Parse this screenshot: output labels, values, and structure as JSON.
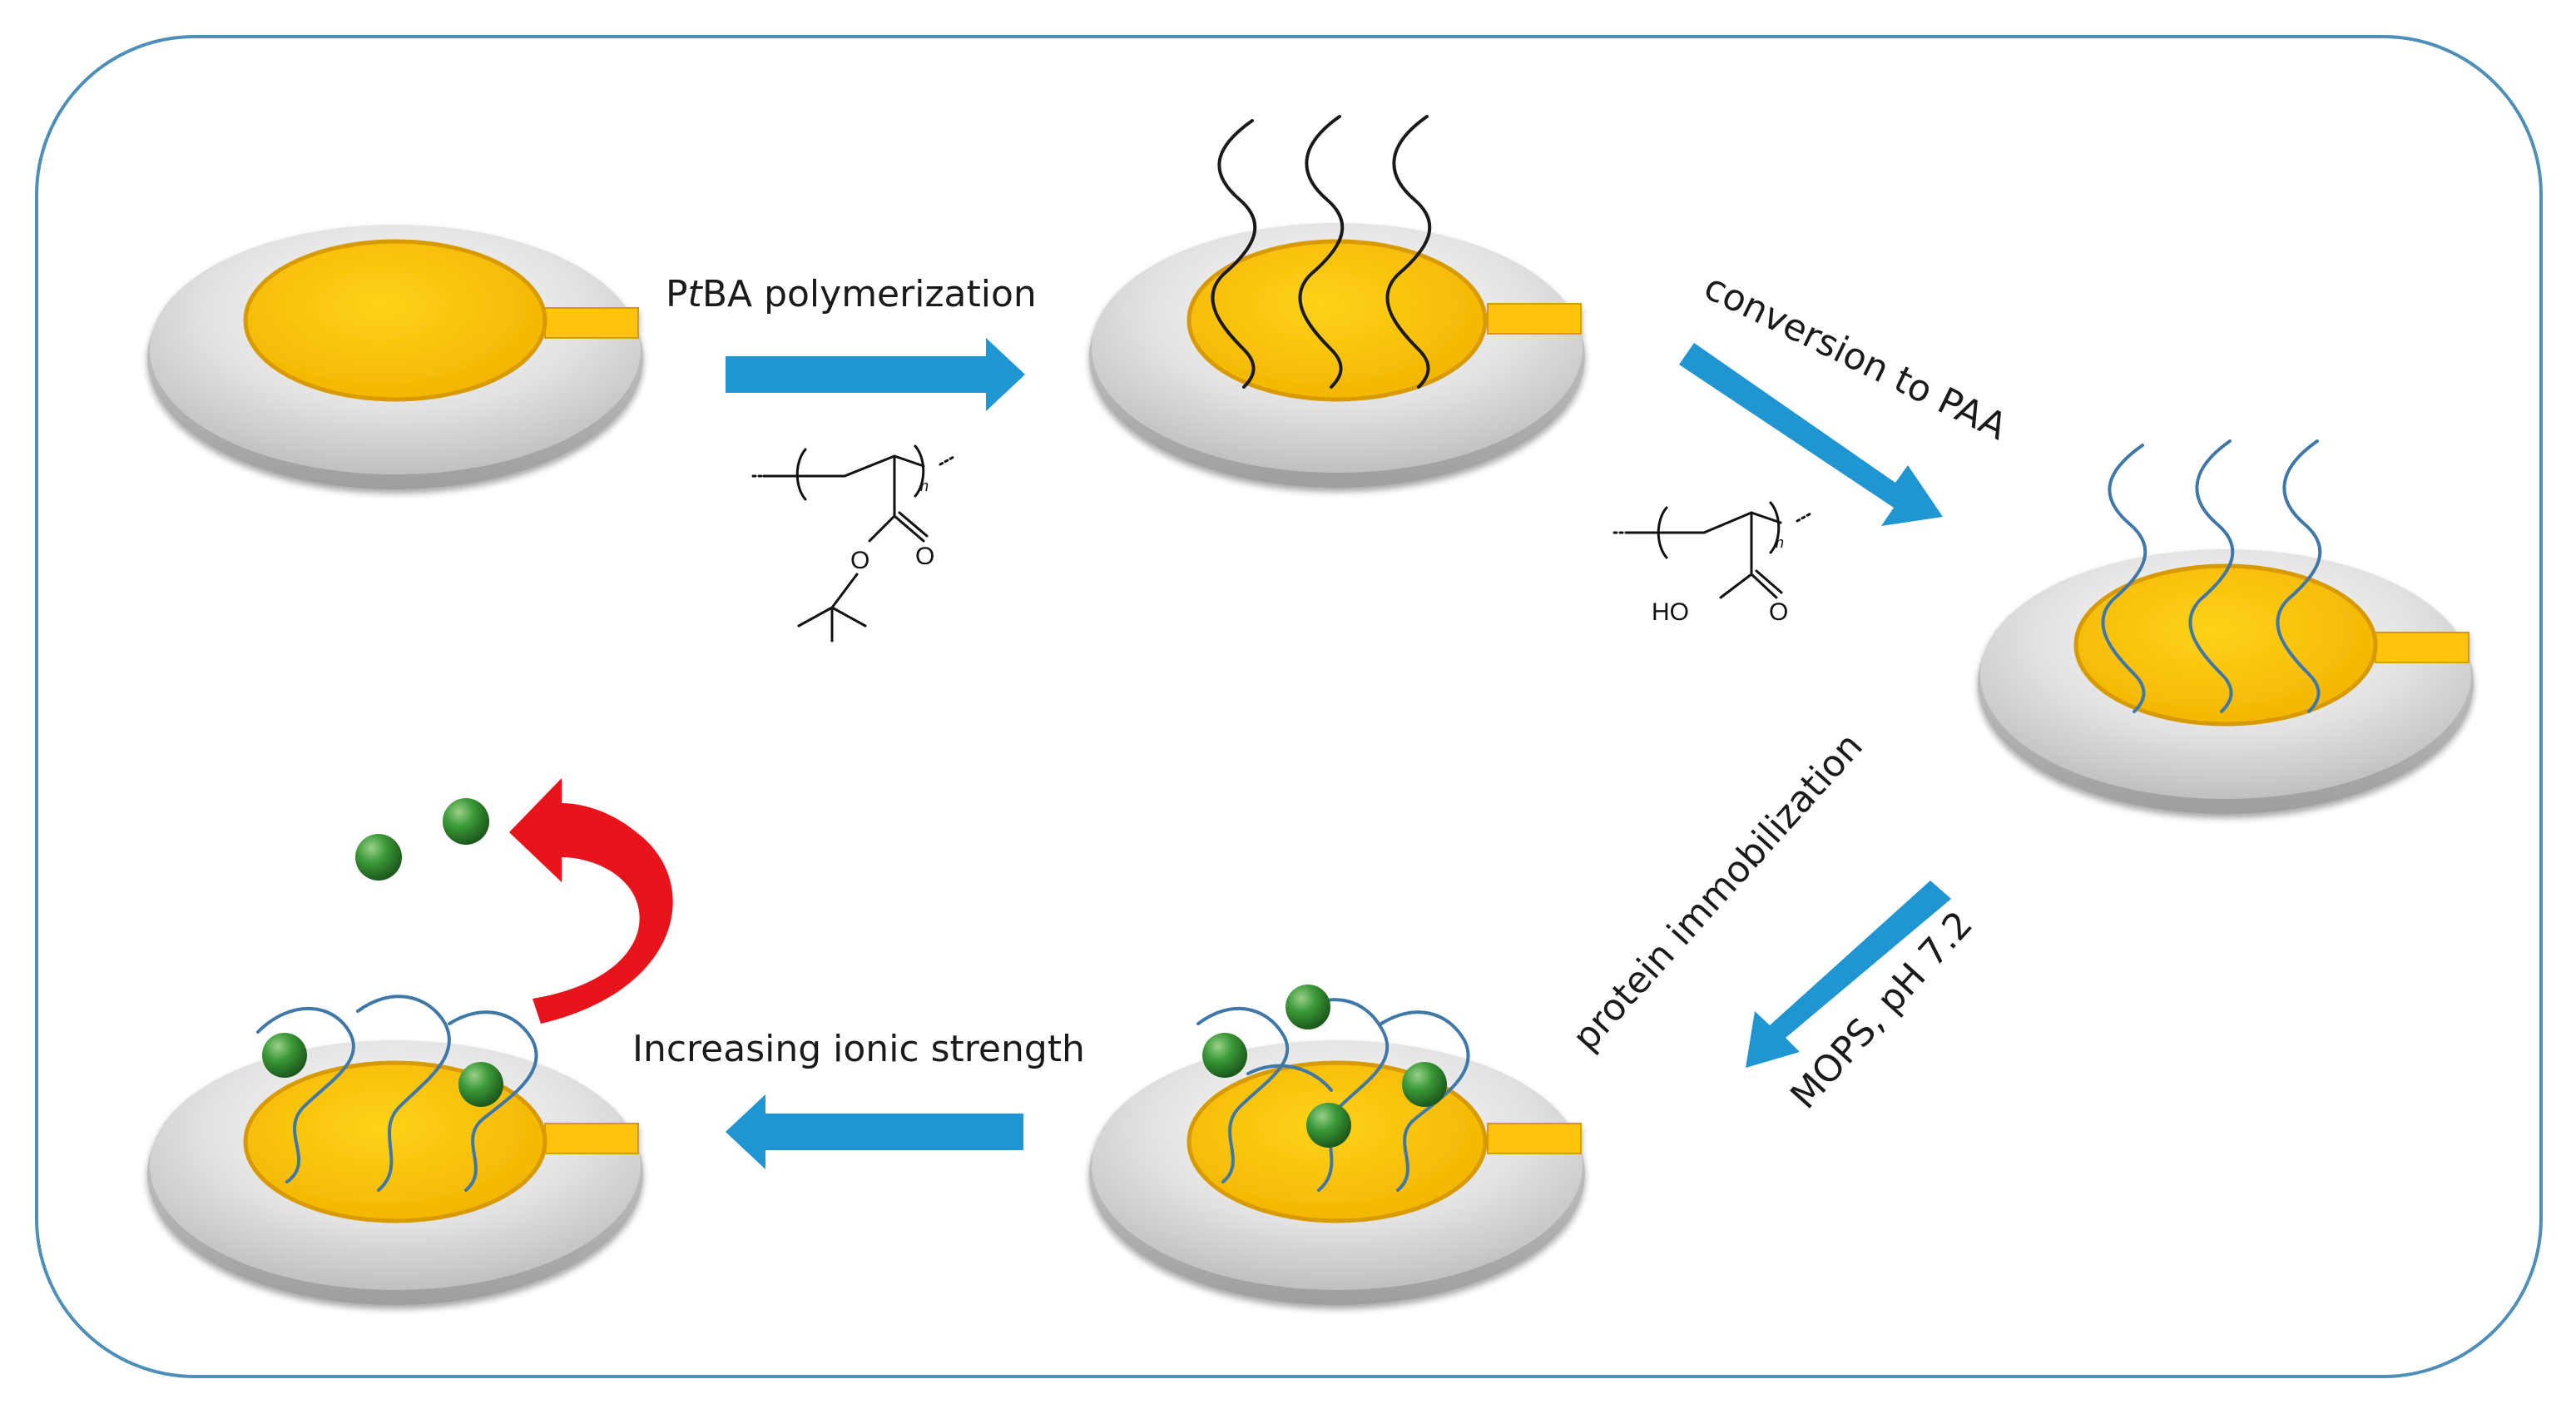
{
  "steps": {
    "step1": {
      "pre": "P",
      "italic": "t",
      "post": "BA polymerization"
    },
    "step2": "conversion to PAA",
    "step3_line1": "protein immobilization",
    "step3_line2": "MOPS, pH 7.2",
    "step4": "Increasing ionic strength"
  },
  "chem_ptba": {
    "repeat": "n",
    "o_ester": "O",
    "o_carbonyl": "O"
  },
  "chem_paa": {
    "repeat": "n",
    "hydroxyl": "HO",
    "o_carbonyl": "O"
  },
  "colors": {
    "frame": "#4d8fb8",
    "arrow": "#1f95d2",
    "gold": "#ffc20e",
    "gold_edge": "#d79a00",
    "disk_gray": "#cfcfcf",
    "ptba_chain": "#1a1a1a",
    "paa_chain": "#3f78a8",
    "protein": "#2f8a2f",
    "release_arrow": "#e8131b"
  }
}
